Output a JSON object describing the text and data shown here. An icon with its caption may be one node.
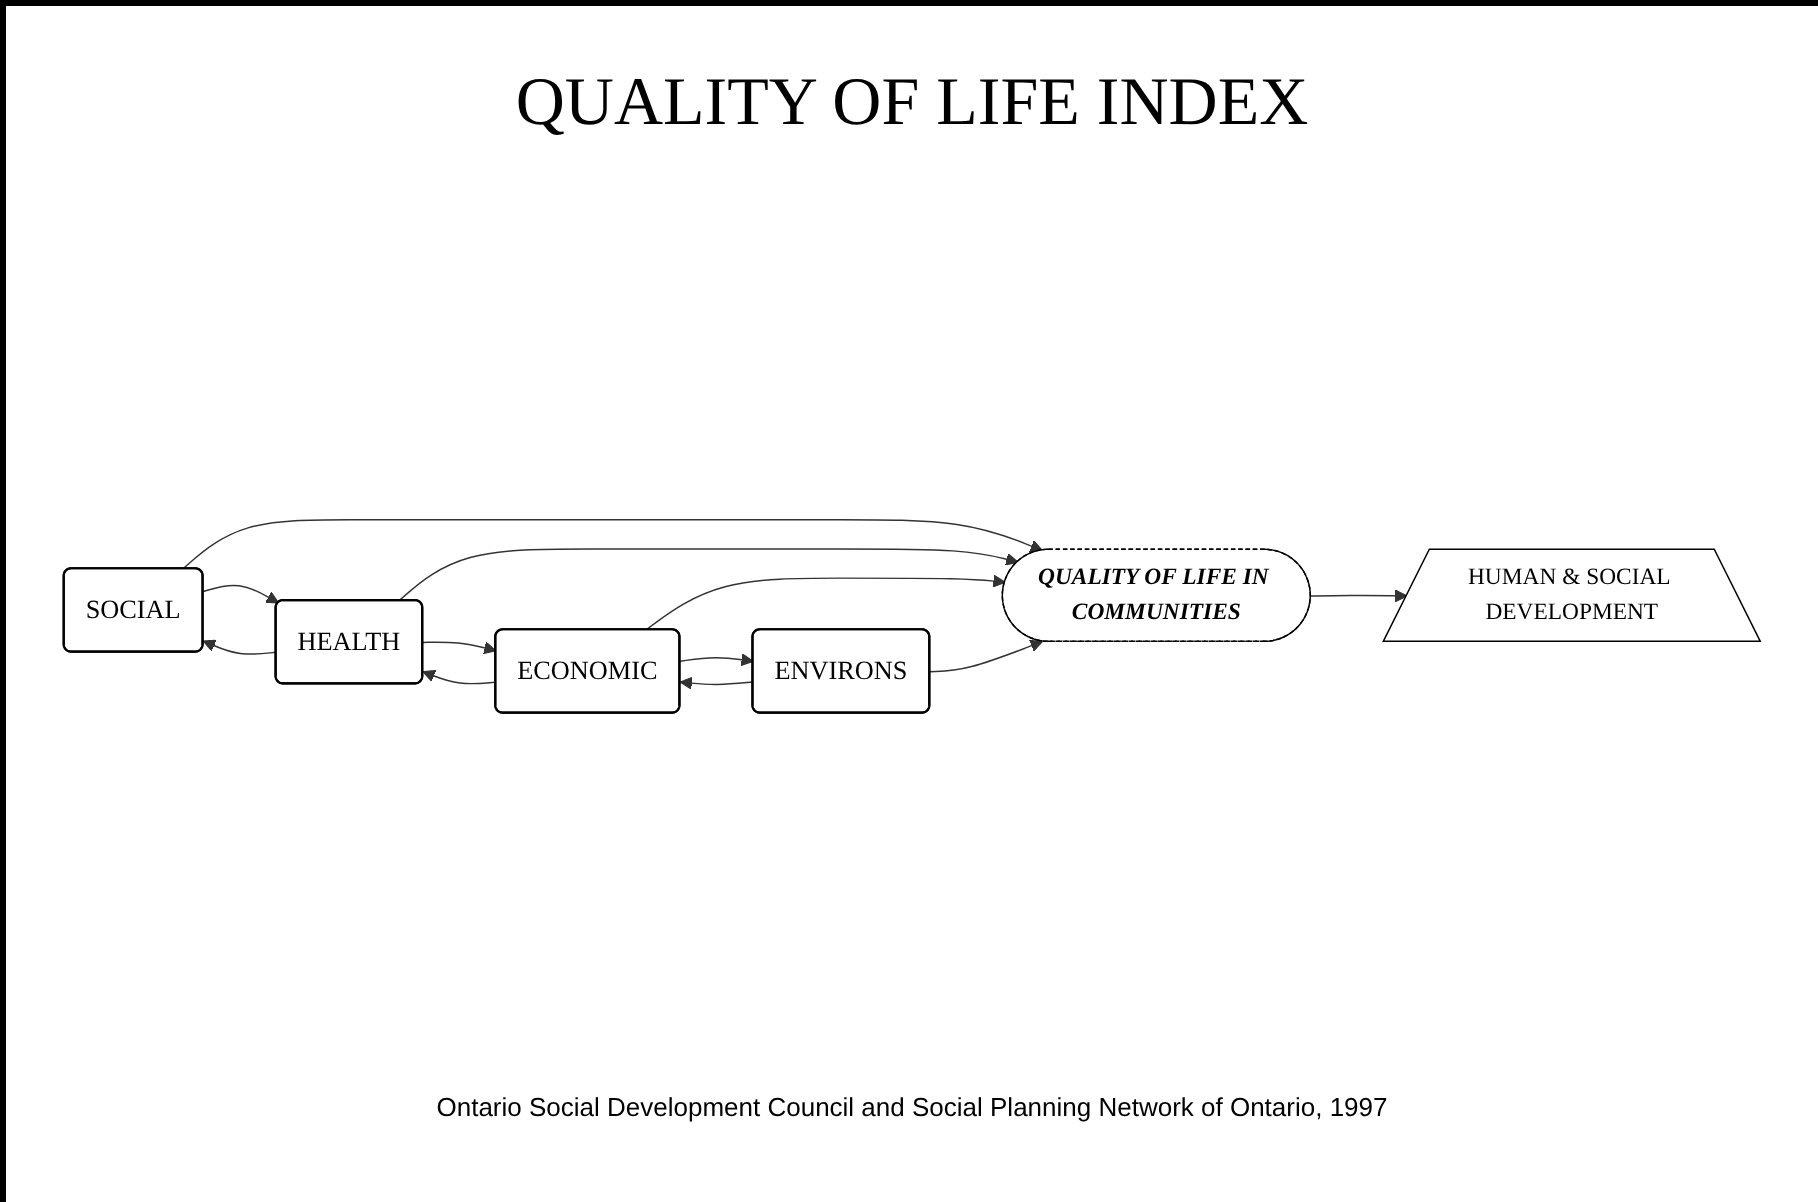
{
  "diagram": {
    "title": "QUALITY OF LIFE INDEX",
    "caption": "Ontario Social Development Council and Social Planning Network of Ontario, 1997",
    "nodes": [
      {
        "text": [
          "SOCIAL"
        ]
      },
      {
        "text": [
          "HEALTH"
        ]
      },
      {
        "text": [
          "ECONOMIC"
        ]
      },
      {
        "text": [
          "ENVIRONS"
        ]
      },
      {
        "text": [
          "QUALITY OF LIFE IN COMMUNITIES"
        ]
      },
      {
        "text": [
          "HUMAN & SOCIAL DEVELOPMENT"
        ]
      }
    ],
    "edges": [
      {
        "from": 1,
        "to": 0,
        "arrow": "to"
      },
      {
        "from": 0,
        "to": 1,
        "arrow": "to"
      },
      {
        "from": 2,
        "to": 1,
        "arrow": "to"
      },
      {
        "from": 1,
        "to": 2,
        "arrow": "to"
      },
      {
        "from": 3,
        "to": 2,
        "arrow": "to"
      },
      {
        "from": 2,
        "to": 3,
        "arrow": "to"
      },
      {
        "from": 0,
        "to": 4,
        "arrow": "to"
      },
      {
        "from": 1,
        "to": 4,
        "arrow": "to"
      },
      {
        "from": 2,
        "to": 4,
        "arrow": "to"
      },
      {
        "from": 3,
        "to": 4,
        "arrow": "to"
      },
      {
        "from": 4,
        "to": 5,
        "arrow": "to"
      }
    ]
  }
}
